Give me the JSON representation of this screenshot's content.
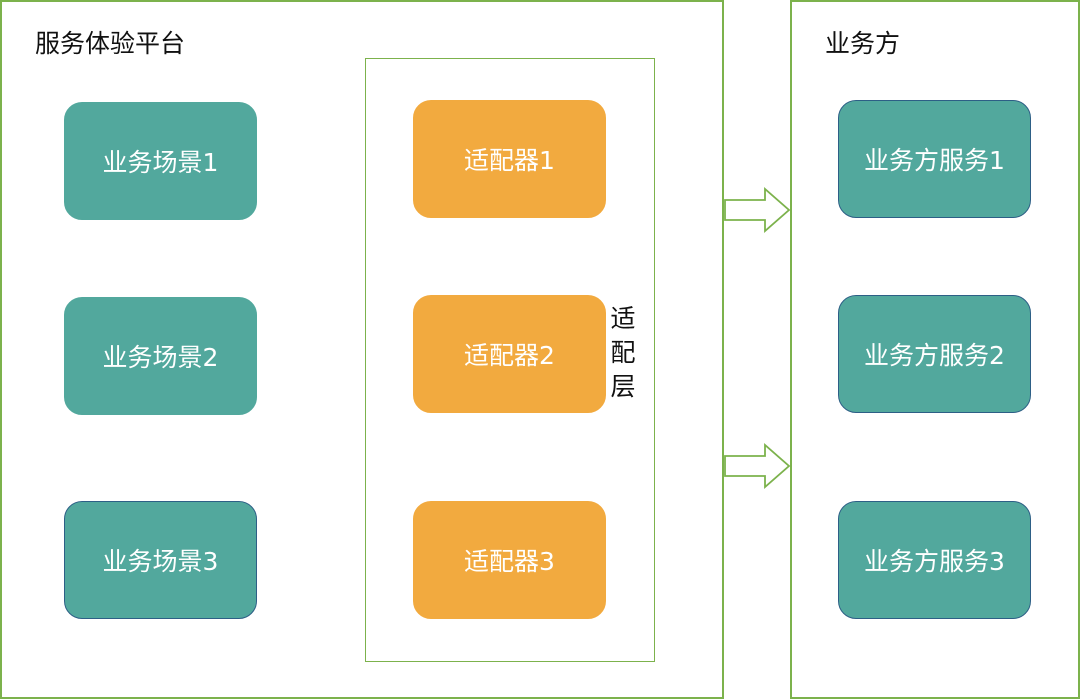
{
  "platform": {
    "title": "服务体验平台",
    "scenes": [
      {
        "label": "业务场景1"
      },
      {
        "label": "业务场景2"
      },
      {
        "label": "业务场景3"
      }
    ]
  },
  "adapter_layer": {
    "label": "适配层",
    "adapters": [
      {
        "label": "适配器1"
      },
      {
        "label": "适配器2"
      },
      {
        "label": "适配器3"
      }
    ]
  },
  "business": {
    "title": "业务方",
    "services": [
      {
        "label": "业务方服务1"
      },
      {
        "label": "业务方服务2"
      },
      {
        "label": "业务方服务3"
      }
    ]
  },
  "colors": {
    "frame_border": "#7cb24c",
    "teal_box": "#52a89d",
    "orange_box": "#f2aa3f",
    "box_outline": "#2d5f86"
  },
  "arrows": [
    {
      "name": "arrow-upper",
      "direction": "right"
    },
    {
      "name": "arrow-lower",
      "direction": "right"
    }
  ]
}
